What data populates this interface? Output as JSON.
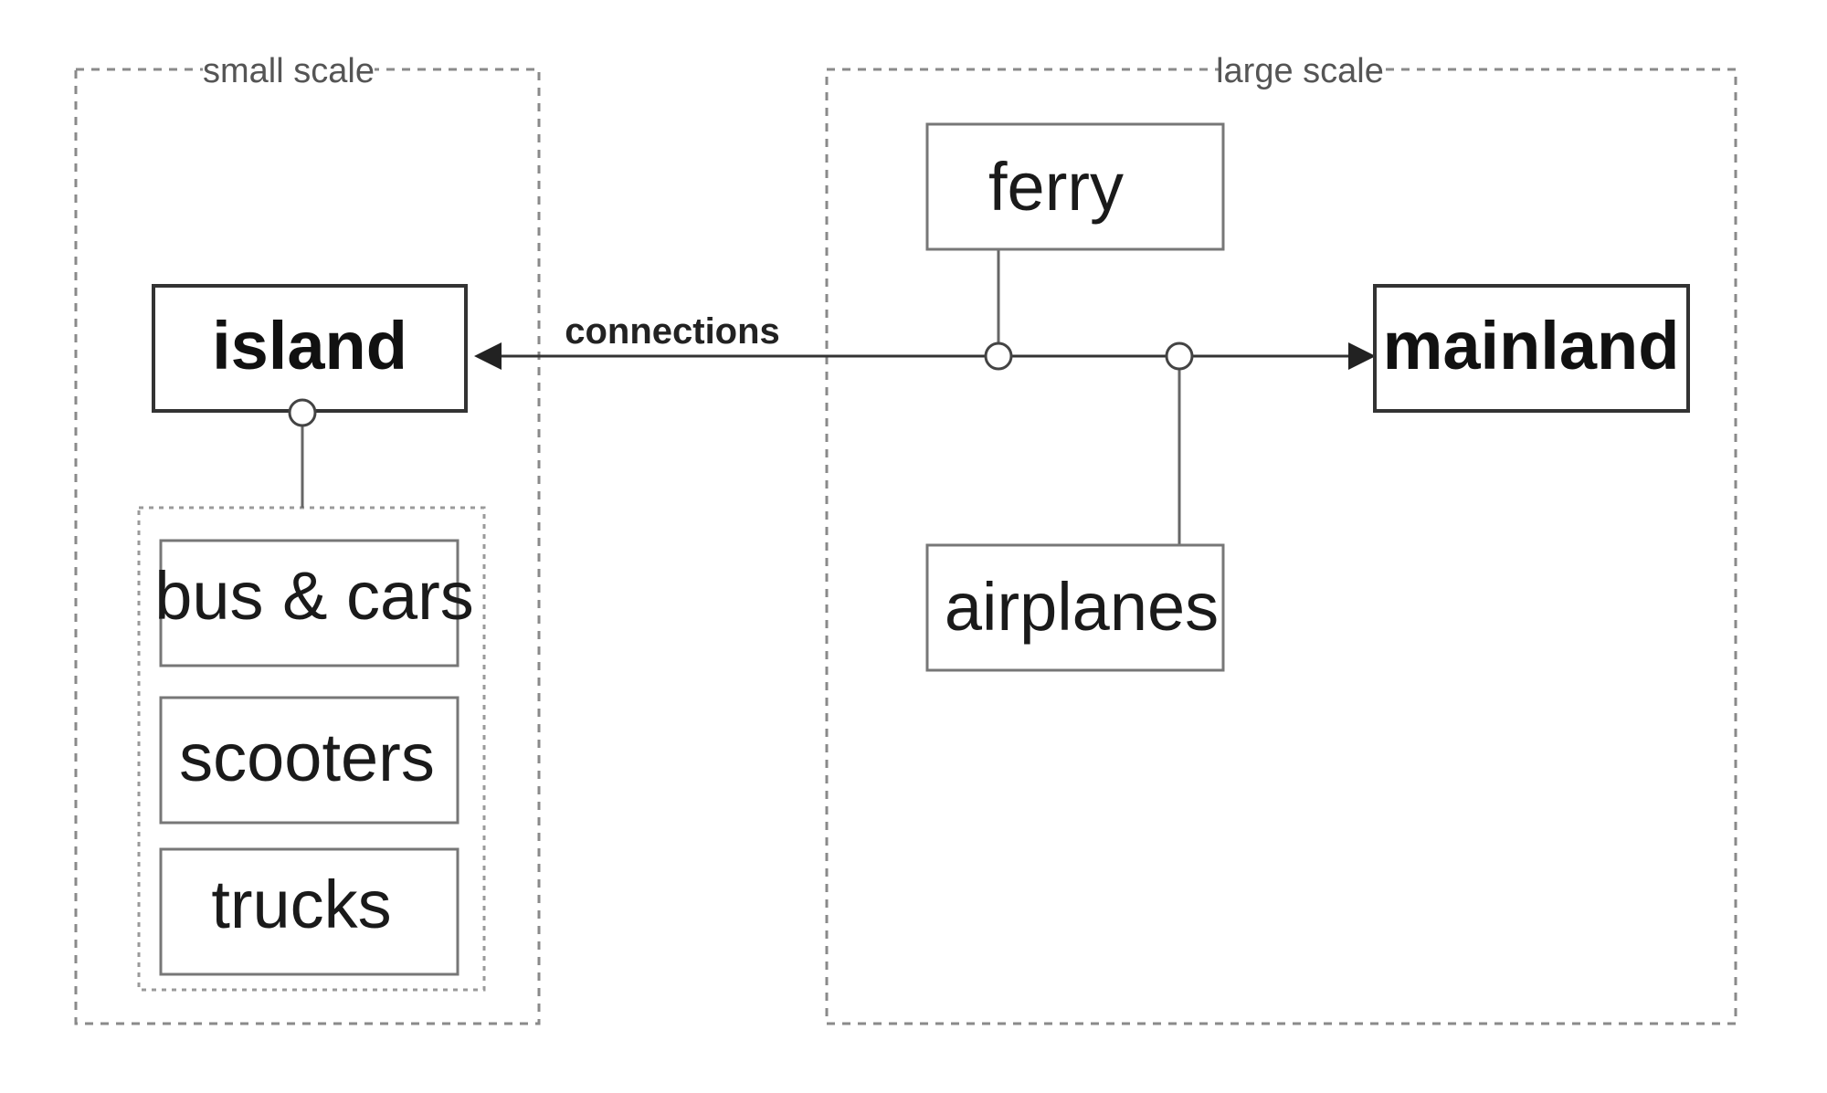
{
  "groups": {
    "small_scale": {
      "label": "small scale"
    },
    "large_scale": {
      "label": "large scale"
    }
  },
  "nodes": {
    "island": "island",
    "mainland": "mainland",
    "ferry": "ferry",
    "airplanes": "airplanes",
    "bus_cars": "bus & cars",
    "scooters": "scooters",
    "trucks": "trucks"
  },
  "edges": {
    "connections": "connections"
  }
}
